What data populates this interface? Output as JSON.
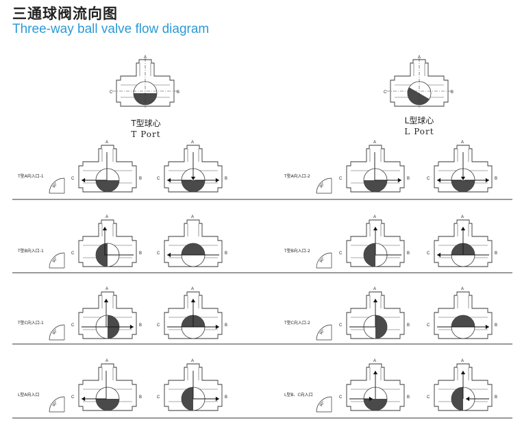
{
  "title_cn": "三通球阀流向图",
  "title_en": "Three-way ball valve flow diagram",
  "port_letters": {
    "a": "A",
    "b": "B",
    "c": "C"
  },
  "angle_text": "90°",
  "headers": [
    {
      "id": "t",
      "cn": "T型球心",
      "en": "T Port"
    },
    {
      "id": "l",
      "cn": "L型球心",
      "en": "L Port"
    }
  ],
  "rows": [
    {
      "left_label": "T型A向入口-1",
      "right_label": "T型A向入口-2"
    },
    {
      "left_label": "T型B向入口-1",
      "right_label": "T型B向入口-2"
    },
    {
      "left_label": "T型C向入口-1",
      "right_label": "T型C向入口-2"
    },
    {
      "left_label": "L型A向入口",
      "right_label": "L型B、C向入口"
    }
  ]
}
